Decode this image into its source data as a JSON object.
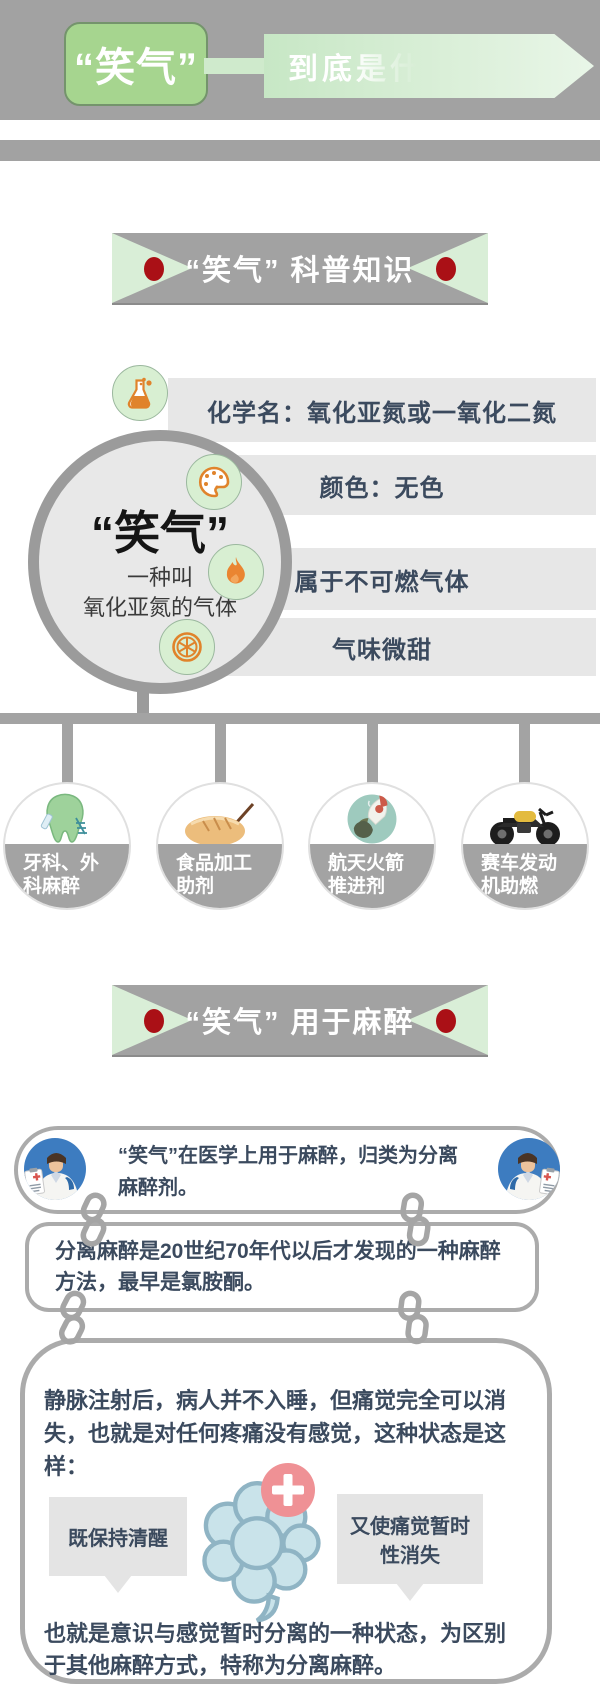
{
  "colors": {
    "banner_gray": "#a2a2a2",
    "mint_green": "#d9eed7",
    "title_green": "#a6d58f",
    "red_dot": "#aa1016",
    "icon_orange": "#e0832b",
    "text_dark": "#3b4a5e",
    "fact_bar_gray": "#e7e7e7",
    "avatar_blue": "#3d7cc0",
    "brain_blue": "#c9e3ea",
    "plus_pink": "#ef9195"
  },
  "header": {
    "title": "“笑气”",
    "subtitle": "到底是什"
  },
  "banner1": {
    "label": "“笑气” 科普知识"
  },
  "banner2": {
    "label": "“笑气” 用于麻醉"
  },
  "gas_circle": {
    "title": "“笑气”",
    "line1": "一种叫",
    "line2": "氧化亚氮的气体"
  },
  "facts": [
    {
      "icon": "flask-icon",
      "text": "化学名：氧化亚氮或一氧化二氮"
    },
    {
      "icon": "palette-icon",
      "text": "颜色：无色"
    },
    {
      "icon": "flame-icon",
      "text": "属于不可燃气体"
    },
    {
      "icon": "citrus-icon",
      "text": "气味微甜"
    }
  ],
  "uses": [
    {
      "icon": "tooth-icon",
      "label": "牙科、外科麻醉"
    },
    {
      "icon": "bread-icon",
      "label": "食品加工助剂"
    },
    {
      "icon": "rocket-icon",
      "label": "航天火箭推进剂"
    },
    {
      "icon": "motorcycle-icon",
      "label": "赛车发动机助燃"
    }
  ],
  "anesthesia": {
    "intro": "“笑气”在医学上用于麻醉，归类为分离麻醉剂。",
    "history": "分离麻醉是20世纪70年代以后才发现的一种麻醉方法，最早是氯胺酮。",
    "detail_top": "静脉注射后，病人并不入睡，但痛觉完全可以消失，也就是对任何疼痛没有感觉，这种状态是这样：",
    "effect_left": "既保持清醒",
    "effect_right": "又使痛觉暂时性消失",
    "detail_bottom": "也就是意识与感觉暂时分离的一种状态，为区别于其他麻醉方式，特称为分离麻醉。"
  }
}
